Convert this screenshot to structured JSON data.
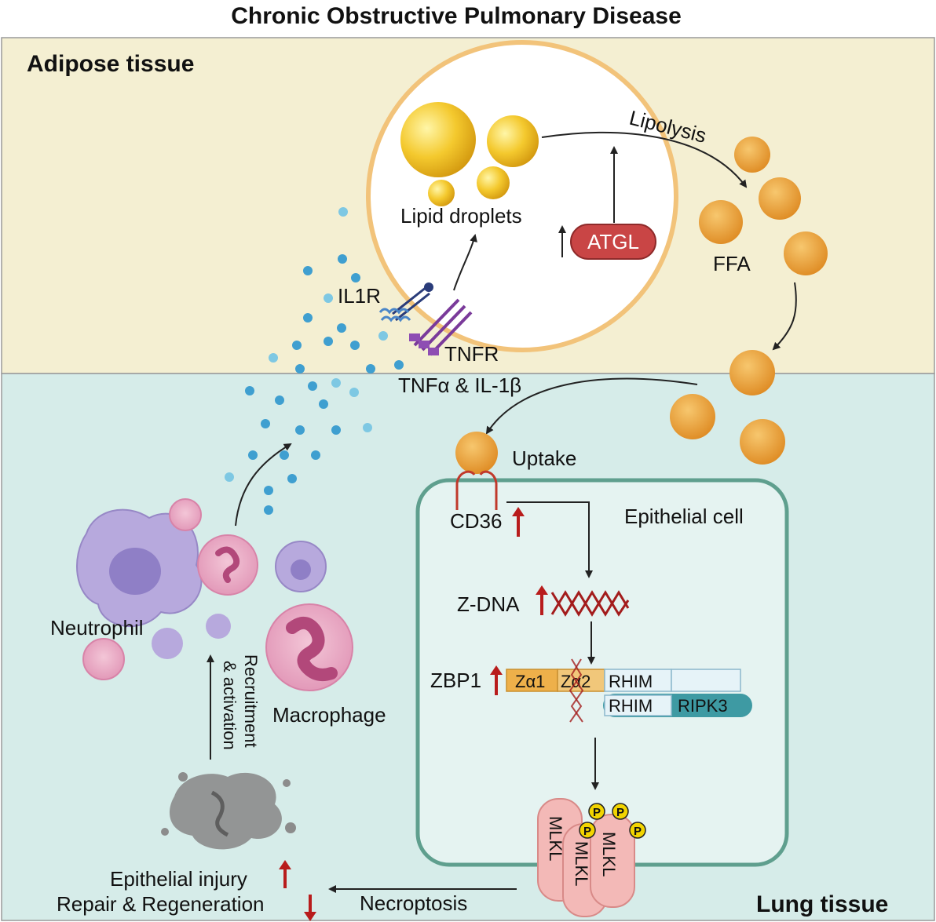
{
  "title": "Chronic Obstructive Pulmonary Disease",
  "regions": {
    "adipose": "Adipose tissue",
    "lung": "Lung tissue"
  },
  "labels": {
    "lipid_droplets": "Lipid droplets",
    "atgl": "ATGL",
    "lipolysis": "Lipolysis",
    "ffa": "FFA",
    "il1r": "IL1R",
    "tnfr": "TNFR",
    "cytokines": "TNFα & IL-1β",
    "uptake": "Uptake",
    "cd36": "CD36",
    "epithelial_cell": "Epithelial cell",
    "zdna": "Z-DNA",
    "zbp1": "ZBP1",
    "za1": "Zα1",
    "za2": "Zα2",
    "rhim_top": "RHIM",
    "rhim_bottom": "RHIM",
    "ripk3": "RIPK3",
    "mlkl_1": "MLKL",
    "mlkl_2": "MLKL",
    "mlkl_3": "MLKL",
    "phospho": "P",
    "neutrophil": "Neutrophil",
    "macrophage": "Macrophage",
    "recruitment_1": "Recruitment",
    "recruitment_2": "& activation",
    "necroptosis": "Necroptosis",
    "epithelial_injury": "Epithelial injury",
    "repair": "Repair & Regeneration"
  },
  "colors": {
    "adipose_bg": "#f4efd2",
    "lung_bg": "#d6ece9",
    "up_arrow": "#b81c1c",
    "down_arrow": "#b81c1c",
    "ffa": "#e9a23a",
    "lipid": "#f2c230",
    "atgl": "#c94545",
    "cytokine": "#3f9fd0",
    "neutrophil": "#e6a3c0",
    "macrophage": "#b7a9dd",
    "mlkl": "#f3b9b7",
    "ripk3": "#3e9aa3"
  }
}
